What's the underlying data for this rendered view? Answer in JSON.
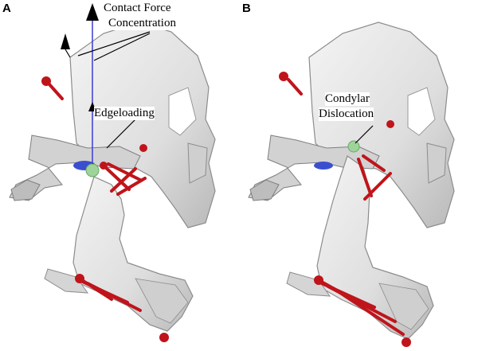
{
  "panels": [
    {
      "letter": "A",
      "labels": [
        "Contact Force",
        "Concentration",
        "Edgeloading"
      ]
    },
    {
      "letter": "B",
      "labels": [
        "Condylar",
        "Dislocation"
      ]
    }
  ],
  "colors": {
    "bone": "#e4e4e4",
    "bone_shadow": "#9a9a9a",
    "muscle": "#c0141b",
    "force_vector": "#3b3bd6",
    "articular_disc": "#3a4fd0",
    "condyle": "#9ed39a",
    "arrow": "#000000"
  }
}
